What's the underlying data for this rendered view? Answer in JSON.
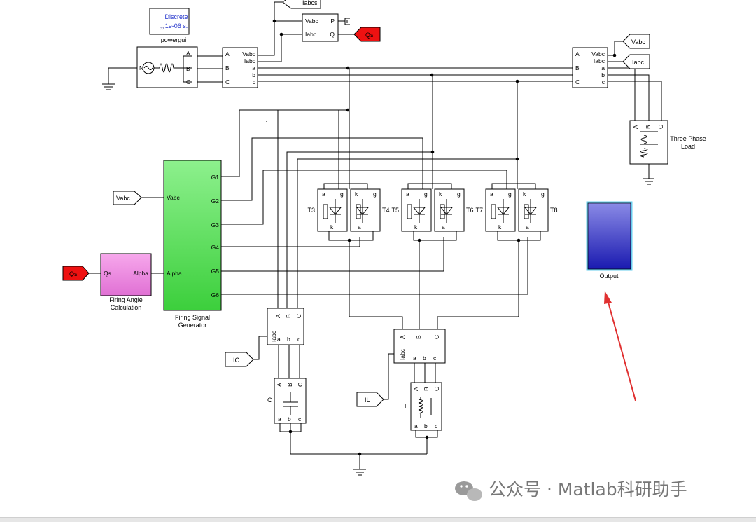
{
  "blocks": {
    "powergui": {
      "line1": "Discrete",
      "line2": "1e-06 s.",
      "name": "powergui"
    },
    "source": {
      "ports": [
        "N",
        "A",
        "B",
        "C"
      ]
    },
    "meas1": {
      "in": [
        "A",
        "B",
        "C"
      ],
      "out": [
        "Vabc",
        "Iabc",
        "a",
        "b",
        "c"
      ]
    },
    "meas2": {
      "in": [
        "A",
        "B",
        "C"
      ],
      "out": [
        "Vabc",
        "Iabc",
        "a",
        "b",
        "c"
      ]
    },
    "pq": {
      "in": [
        "Vabc",
        "Iabc"
      ],
      "out": [
        "P",
        "Q"
      ]
    },
    "load": {
      "ports": [
        "A",
        "B",
        "C"
      ],
      "name1": "Three Phase",
      "name2": "Load"
    },
    "firing_gen": {
      "in": [
        "Vabc",
        "Alpha"
      ],
      "out": [
        "G1",
        "G2",
        "G3",
        "G4",
        "G5",
        "G6"
      ],
      "name1": "Firing Signal",
      "name2": "Generator"
    },
    "angle_calc": {
      "in": "Qs",
      "out": "Alpha",
      "name1": "Firing Angle",
      "name2": "Calculation"
    },
    "meas_c": {
      "in": [
        "A",
        "B",
        "C"
      ],
      "side": "Iabc",
      "out": [
        "a",
        "b",
        "c"
      ]
    },
    "meas_l": {
      "in": [
        "A",
        "B",
        "C"
      ],
      "side": "Iabc",
      "out": [
        "a",
        "b",
        "c"
      ]
    },
    "cap": {
      "in": [
        "A",
        "B",
        "C"
      ],
      "out": [
        "a",
        "b",
        "c"
      ],
      "name": "C"
    },
    "ind": {
      "in": [
        "A",
        "B",
        "C"
      ],
      "out": [
        "a",
        "b",
        "c"
      ],
      "name": "L"
    },
    "scope": {
      "name": "Output"
    },
    "thyristors": [
      {
        "name": "T3",
        "p1": "a",
        "p2": "g",
        "p3": "k"
      },
      {
        "name": "T4",
        "p1": "k",
        "p2": "g",
        "p3": "a"
      },
      {
        "name": "T5",
        "p1": "a",
        "p2": "g",
        "p3": "k"
      },
      {
        "name": "T6",
        "p1": "k",
        "p2": "g",
        "p3": "a"
      },
      {
        "name": "T7",
        "p1": "a",
        "p2": "g",
        "p3": "k"
      },
      {
        "name": "T8",
        "p1": "k",
        "p2": "g",
        "p3": "a"
      }
    ]
  },
  "tags": {
    "iabcs": "Iabcs",
    "qs_goto": "Qs",
    "vabc_goto": "Vabc",
    "iabc_goto": "Iabc",
    "vabc_from": "Vabc",
    "qs_from": "Qs",
    "ic": "IC",
    "il": "IL"
  },
  "watermark": "公众号 · Matlab科研助手",
  "colors": {
    "firing_gen": "#66dd66",
    "angle_calc": "#ee88dd",
    "tag_red": "#ee1111",
    "scope": "#2233bb",
    "arrow": "#e03030",
    "powergui_text": "#2233cc"
  }
}
